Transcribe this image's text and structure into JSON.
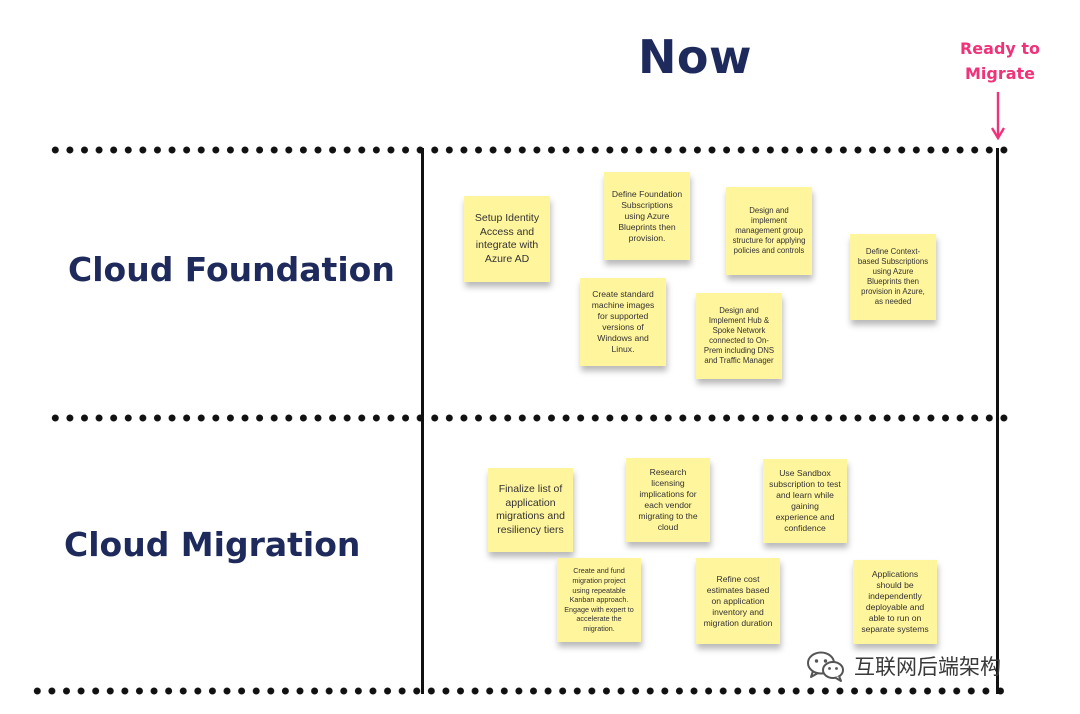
{
  "header": {
    "title": "Now",
    "ready_label_line1": "Ready to",
    "ready_label_line2": "Migrate"
  },
  "rows": [
    {
      "label": "Cloud Foundation",
      "notes": [
        "Setup Identity Access and integrate with Azure AD",
        "Define Foundation Subscriptions using Azure Blueprints then provision.",
        "Design and implement management group structure for applying policies and controls",
        "Define Context-based Subscriptions using Azure Blueprints then provision in Azure, as needed",
        "Create standard machine images for supported versions of Windows and Linux.",
        "Design and Implement Hub & Spoke Network connected to On-Prem including DNS and Traffic Manager"
      ]
    },
    {
      "label": "Cloud Migration",
      "notes": [
        "Finalize list of application migrations and resiliency tiers",
        "Research licensing implications for each vendor migrating to the cloud",
        "Use Sandbox subscription to test and learn while gaining experience and confidence",
        "Create and fund migration project using repeatable Kanban approach. Engage with expert to accelerate the migration.",
        "Refine cost estimates based on application inventory and migration duration",
        "Applications should be independently deployable and able to run on separate systems"
      ]
    }
  ],
  "colors": {
    "title": "#1f2a5c",
    "accent": "#f0327a",
    "sticky_note": "#fff59d",
    "line": "#111111"
  },
  "watermark": {
    "text": "互联网后端架构",
    "icon": "wechat-icon"
  }
}
